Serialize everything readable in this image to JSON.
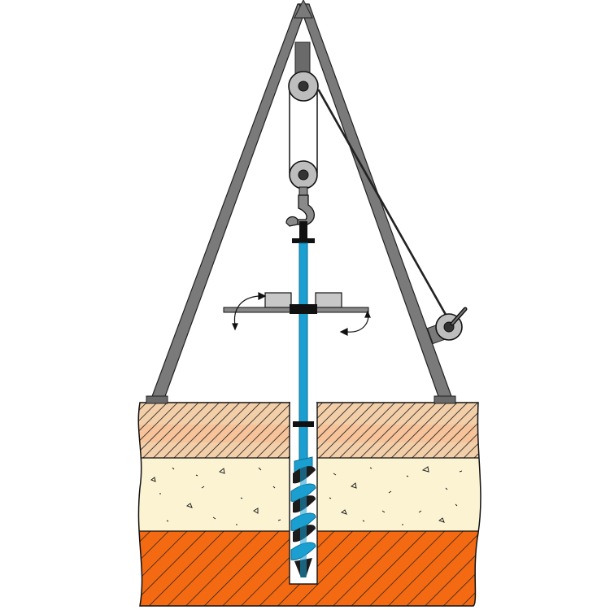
{
  "colors": {
    "background": "#ffffff",
    "frame": "#7a7a7a",
    "frame_dark": "#555555",
    "pulley": "#bdbdbd",
    "rope": "#222222",
    "rod": "#1a9fd0",
    "rod_dark": "#0c6f96",
    "clamp": "#111111",
    "platform": "#888888",
    "weight": "#c8c8c8",
    "topsoil": "#f3cfa9",
    "topsoil_band": "#f6c39a",
    "sand": "#fbf3d2",
    "clay": "#f36a12",
    "hatch": "#1a1a1a",
    "outline": "#111111"
  },
  "icons": {
    "top_pulley": "pulley-icon",
    "lower_pulley": "pulley-icon",
    "winch": "winch-icon",
    "hook": "hook-icon",
    "left_rotation": "curved-arrow-icon",
    "right_rotation": "curved-arrow-icon"
  },
  "soil_layers": [
    "topsoil",
    "sand",
    "clay"
  ]
}
